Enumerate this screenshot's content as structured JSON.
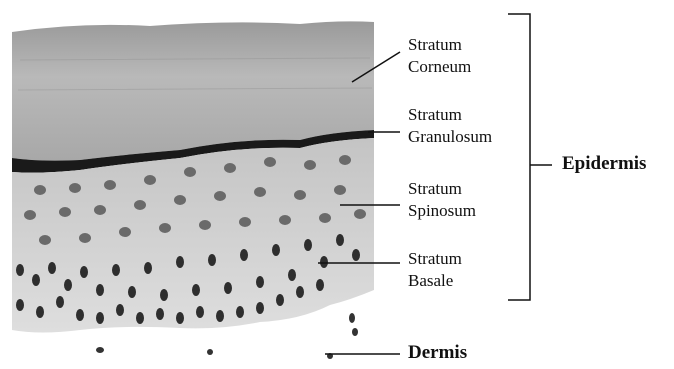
{
  "layers": [
    {
      "id": "corneum",
      "line1": "Stratum",
      "line2": "Corneum"
    },
    {
      "id": "granulosum",
      "line1": "Stratum",
      "line2": "Granulosum"
    },
    {
      "id": "spinosum",
      "line1": "Stratum",
      "line2": "Spinosum"
    },
    {
      "id": "basale",
      "line1": "Stratum",
      "line2": "Basale"
    }
  ],
  "regions": {
    "epidermis": "Epidermis",
    "dermis": "Dermis"
  },
  "colors": {
    "corneum": "#b8b8b8",
    "granulosum_band": "#1a1a1a",
    "spinosum_bg": "#d6d6d6",
    "nucleus": "#3a3a3a",
    "ink": "#111111"
  }
}
